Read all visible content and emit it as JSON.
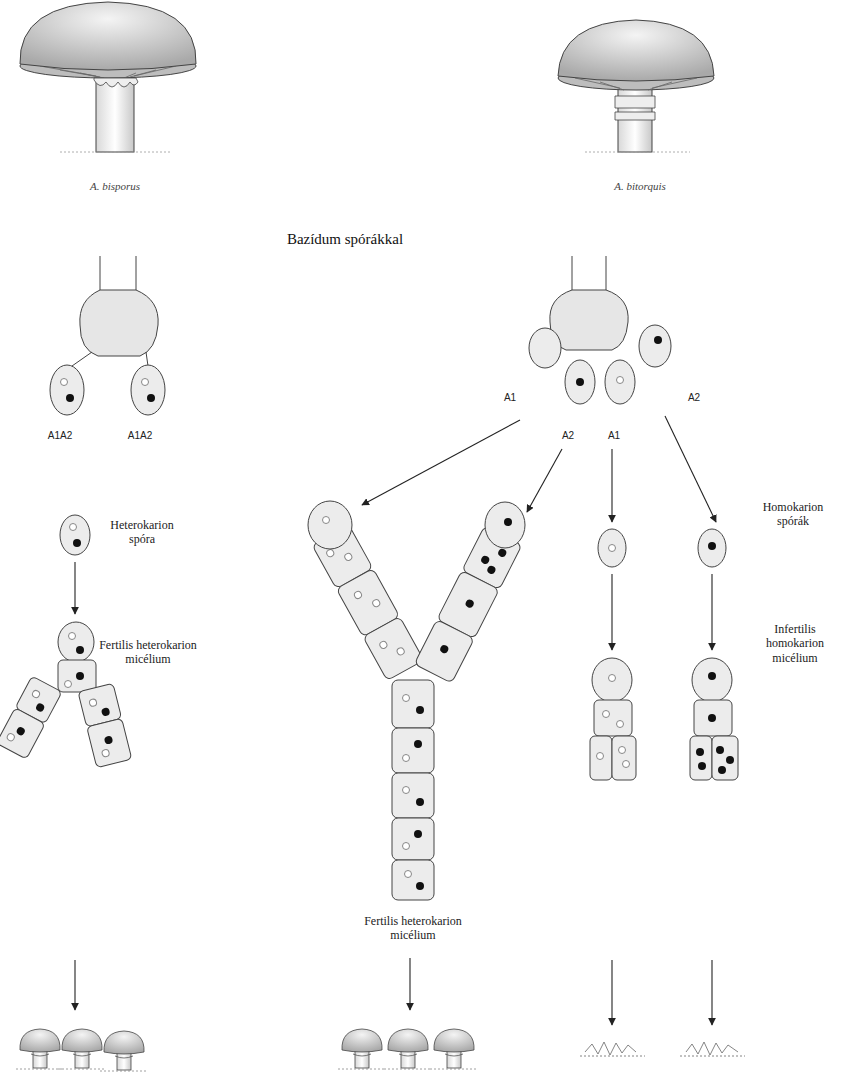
{
  "diagram": {
    "labels": [
      "A. bisporus",
      "A. bitorquis",
      "Bazídum spórákkal",
      "A1A2",
      "A1A2",
      "A1",
      "A2",
      "A2",
      "A1",
      "Heterokarion spóra",
      "Homokarion spórák",
      "Fertilis heterokarion micélium",
      "Infertilis homokarion micélium",
      "Fertilis heterokarion micélium"
    ]
  }
}
